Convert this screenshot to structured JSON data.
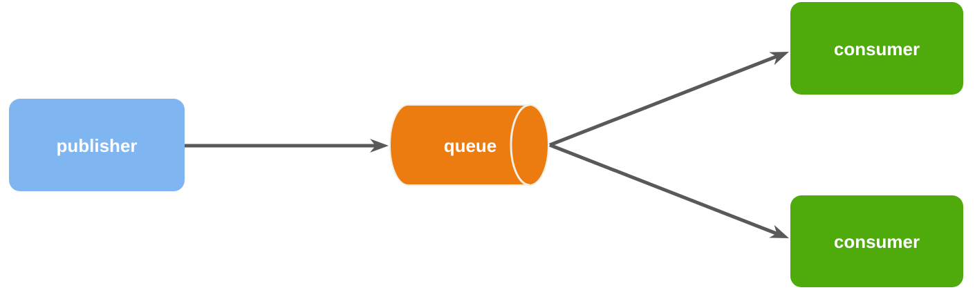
{
  "diagram": {
    "background": "#FFFFFF",
    "nodes": {
      "publisher": {
        "label": "publisher",
        "shape": "rounded-rectangle",
        "fill": "#7FB5F0",
        "text_color": "#FFFFFF"
      },
      "queue": {
        "label": "queue",
        "shape": "horizontal-cylinder",
        "fill": "#EC7B10",
        "outline": "#F4EFE2",
        "text_color": "#FFFFFF"
      },
      "consumer_top": {
        "label": "consumer",
        "shape": "rounded-rectangle",
        "fill": "#4FAA0C",
        "text_color": "#FFFFFF"
      },
      "consumer_bottom": {
        "label": "consumer",
        "shape": "rounded-rectangle",
        "fill": "#4FAA0C",
        "text_color": "#FFFFFF"
      }
    },
    "edges": {
      "publisher_to_queue": {
        "from": "publisher",
        "to": "queue",
        "style": "arrow",
        "color": "#595959"
      },
      "queue_to_consumer_top": {
        "from": "queue",
        "to": "consumer_top",
        "style": "arrow",
        "color": "#595959"
      },
      "queue_to_consumer_bottom": {
        "from": "queue",
        "to": "consumer_bottom",
        "style": "arrow",
        "color": "#595959"
      }
    }
  }
}
